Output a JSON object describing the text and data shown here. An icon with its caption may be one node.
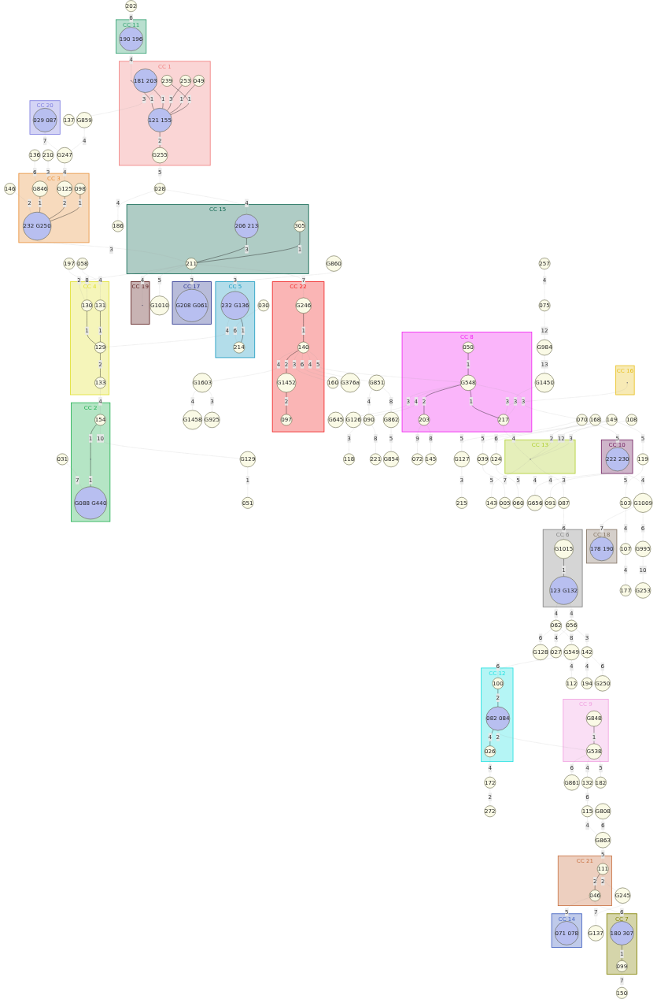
{
  "diagram": {
    "nodes": [
      {
        "text": [
          "202"
        ]
      },
      {
        "text": [
          "CC 11"
        ]
      },
      {
        "text": [
          "190 196"
        ],
        "in": 1
      },
      {
        "text": [
          "CC 20"
        ]
      },
      {
        "text": [
          "029 087"
        ],
        "in": 3
      },
      {
        "text": [
          "136"
        ]
      },
      {
        "text": [
          "G859"
        ]
      },
      {
        "text": [
          "G247"
        ]
      },
      {
        "text": [
          "210"
        ]
      },
      {
        "text": [
          "CC 3"
        ]
      },
      {
        "text": [
          "G846"
        ],
        "in": 9
      },
      {
        "text": [
          "G125"
        ],
        "in": 9
      },
      {
        "text": [
          "098"
        ],
        "in": 9
      },
      {
        "text": [
          "232 G250"
        ],
        "in": 9
      },
      {
        "text": [
          "146"
        ]
      },
      {
        "text": [
          "CC 1"
        ]
      },
      {
        "text": [],
        "shape": "circle",
        "in": 15
      },
      {
        "text": [
          "181 203"
        ],
        "in": 15
      },
      {
        "text": [
          "253"
        ],
        "in": 15
      },
      {
        "text": [
          "049"
        ],
        "in": 15
      },
      {
        "text": [
          "121 155"
        ],
        "in": 15
      },
      {
        "text": [
          "239"
        ],
        "in": 15
      },
      {
        "text": [
          "G255"
        ],
        "in": 15
      },
      {
        "text": [
          "137"
        ]
      },
      {
        "text": [
          "028"
        ]
      },
      {
        "text": [
          "186"
        ]
      },
      {
        "text": [
          "CC 15"
        ]
      },
      {
        "text": [
          "206 213"
        ],
        "in": 26
      },
      {
        "text": [
          "305"
        ],
        "in": 26
      },
      {
        "text": [
          "211"
        ],
        "in": 26
      },
      {
        "text": [
          "CC 17"
        ]
      },
      {
        "text": [
          "G208 G061"
        ],
        "in": 30
      },
      {
        "text": [
          "CC 19"
        ]
      },
      {
        "text": [],
        "shape": "circle",
        "in": 32
      },
      {
        "text": [
          "G1010"
        ]
      },
      {
        "text": [
          "197"
        ]
      },
      {
        "text": [
          "058"
        ]
      },
      {
        "text": [
          "G860"
        ]
      },
      {
        "text": [
          "030"
        ]
      },
      {
        "text": [
          "CC 5"
        ]
      },
      {
        "text": [
          "232 G136"
        ],
        "in": 39
      },
      {
        "text": [
          "214"
        ],
        "in": 39
      },
      {
        "text": [
          "CC 4"
        ]
      },
      {
        "text": [
          "131"
        ],
        "in": 42
      },
      {
        "text": [
          "129"
        ],
        "in": 42
      },
      {
        "text": [
          "133"
        ],
        "in": 42
      },
      {
        "text": [
          "130"
        ],
        "in": 42
      },
      {
        "text": [
          "031"
        ]
      },
      {
        "text": [
          "CC 2"
        ]
      },
      {
        "text": [
          "G088 G440"
        ],
        "in": 48
      },
      {
        "text": [],
        "shape": "circle",
        "in": 48
      },
      {
        "text": [
          "154"
        ],
        "in": 48
      },
      {
        "text": [
          "G129"
        ]
      },
      {
        "text": [
          "051"
        ]
      },
      {
        "text": [
          "G1458"
        ]
      },
      {
        "text": [
          "G1603"
        ]
      },
      {
        "text": [
          "G925"
        ]
      },
      {
        "text": [
          "CC 22"
        ]
      },
      {
        "text": [
          "G246"
        ],
        "in": 57
      },
      {
        "text": [
          "140"
        ],
        "in": 57
      },
      {
        "text": [
          "G1452"
        ],
        "in": 57
      },
      {
        "text": [
          "097"
        ],
        "in": 57
      },
      {
        "text": [
          "118"
        ]
      },
      {
        "text": [
          "090"
        ]
      },
      {
        "text": [
          "221"
        ]
      },
      {
        "text": [
          "G851"
        ]
      },
      {
        "text": [
          "160"
        ]
      },
      {
        "text": [
          "G376a"
        ]
      },
      {
        "text": [
          "G862"
        ]
      },
      {
        "text": [
          "G854"
        ]
      },
      {
        "text": [
          "CC 8"
        ]
      },
      {
        "text": [
          "050"
        ],
        "in": 70
      },
      {
        "text": [
          "G548"
        ],
        "in": 70
      },
      {
        "text": [
          "203"
        ],
        "in": 70
      },
      {
        "text": [
          "217"
        ],
        "in": 70
      },
      {
        "text": [
          "072"
        ]
      },
      {
        "text": [
          "145"
        ]
      },
      {
        "text": [
          "G645"
        ]
      },
      {
        "text": [
          "G126"
        ]
      },
      {
        "text": [
          "070"
        ]
      },
      {
        "text": [
          "G127"
        ]
      },
      {
        "text": [
          "215"
        ]
      },
      {
        "text": [
          "257"
        ]
      },
      {
        "text": [
          "075"
        ]
      },
      {
        "text": [
          "G984"
        ]
      },
      {
        "text": [
          "CC 16"
        ]
      },
      {
        "text": [],
        "shape": "circle",
        "in": 85
      },
      {
        "text": [
          "G1450"
        ]
      },
      {
        "text": [
          "108"
        ]
      },
      {
        "text": [
          "168"
        ]
      },
      {
        "text": [
          "CC 13"
        ]
      },
      {
        "text": [],
        "shape": "circle",
        "in": 90
      },
      {
        "text": [
          "143"
        ]
      },
      {
        "text": [
          "119"
        ]
      },
      {
        "text": [
          "149"
        ]
      },
      {
        "text": [
          "103"
        ]
      },
      {
        "text": [
          "107"
        ]
      },
      {
        "text": [
          "177"
        ]
      },
      {
        "text": [
          "039"
        ]
      },
      {
        "text": [
          "005"
        ]
      },
      {
        "text": [
          "124"
        ]
      },
      {
        "text": [
          "060"
        ]
      },
      {
        "text": [
          "087"
        ]
      },
      {
        "text": [
          "CC 10"
        ]
      },
      {
        "text": [
          "222 230"
        ],
        "in": 103
      },
      {
        "text": [
          "G656"
        ]
      },
      {
        "text": [
          "091"
        ]
      },
      {
        "text": [
          "G1009"
        ]
      },
      {
        "text": [
          "G995"
        ]
      },
      {
        "text": [
          "CC 18"
        ]
      },
      {
        "text": [
          "178 190"
        ],
        "in": 109
      },
      {
        "text": [
          "G253"
        ]
      },
      {
        "text": [
          "CC 6"
        ]
      },
      {
        "text": [
          "G1015"
        ],
        "in": 112
      },
      {
        "text": [
          "123 G132"
        ],
        "in": 112
      },
      {
        "text": [
          "062"
        ]
      },
      {
        "text": [
          "G128"
        ]
      },
      {
        "text": [
          "027"
        ]
      },
      {
        "text": [
          "056"
        ]
      },
      {
        "text": [
          "G549"
        ]
      },
      {
        "text": [
          "112"
        ]
      },
      {
        "text": [
          "194"
        ]
      },
      {
        "text": [
          "142"
        ]
      },
      {
        "text": [
          "G250"
        ]
      },
      {
        "text": [
          "CC 12"
        ]
      },
      {
        "text": [
          "100"
        ],
        "in": 124
      },
      {
        "text": [
          "082 084"
        ],
        "in": 124
      },
      {
        "text": [
          "026"
        ],
        "in": 124
      },
      {
        "text": [
          "CC 9"
        ]
      },
      {
        "text": [
          "G848"
        ],
        "in": 128
      },
      {
        "text": [
          "G538"
        ],
        "in": 128
      },
      {
        "text": [
          "172"
        ]
      },
      {
        "text": [
          "272"
        ]
      },
      {
        "text": [
          "G861"
        ]
      },
      {
        "text": [
          "132"
        ]
      },
      {
        "text": [
          "182"
        ]
      },
      {
        "text": [
          "G808"
        ]
      },
      {
        "text": [
          "115"
        ]
      },
      {
        "text": [
          "G863"
        ]
      },
      {
        "text": [
          "CC 21"
        ]
      },
      {
        "text": [
          "111"
        ],
        "in": 139
      },
      {
        "text": [
          "046"
        ],
        "in": 139
      },
      {
        "text": [
          "G245"
        ]
      },
      {
        "text": [
          "CC 7"
        ]
      },
      {
        "text": [
          "180 307"
        ],
        "in": 143
      },
      {
        "text": [
          "099"
        ],
        "in": 143
      },
      {
        "text": [
          "CC 14"
        ]
      },
      {
        "text": [
          "071 078"
        ],
        "in": 146
      },
      {
        "text": [
          "G137"
        ]
      },
      {
        "text": [
          "150"
        ]
      }
    ],
    "edges": [
      {
        "from": 0,
        "to": 2,
        "arrow": "none",
        "label": "6",
        "style": "dashed"
      },
      {
        "from": 2,
        "to": 16,
        "arrow": "none",
        "label": "4",
        "style": "dashed"
      },
      {
        "from": 4,
        "to": 7,
        "arrow": "none",
        "label": "7",
        "style": "dashed"
      },
      {
        "from": 6,
        "to": 7,
        "arrow": "none",
        "label": "4",
        "style": "dashed"
      },
      {
        "from": 7,
        "to": 11,
        "arrow": "none",
        "label": "4",
        "style": "dashed"
      },
      {
        "from": 5,
        "to": 10,
        "arrow": "none",
        "label": "6",
        "style": "dashed"
      },
      {
        "from": 8,
        "to": 10,
        "arrow": "none",
        "label": "3",
        "style": "dashed"
      },
      {
        "from": 14,
        "to": 13,
        "arrow": "none",
        "label": "2",
        "style": "dashed"
      },
      {
        "from": 10,
        "to": 13,
        "arrow": "none",
        "label": "1",
        "color": "#222222"
      },
      {
        "from": 11,
        "to": 13,
        "arrow": "none",
        "label": "2",
        "color": "#222222"
      },
      {
        "from": 12,
        "to": 13,
        "arrow": "none",
        "label": "1",
        "color": "#222222"
      },
      {
        "from": 13,
        "to": 29,
        "arrow": "none",
        "label": "3",
        "style": "dashed"
      },
      {
        "from": 16,
        "to": 20,
        "arrow": "none",
        "label": "1",
        "color": "#222222"
      },
      {
        "from": 17,
        "to": 20,
        "arrow": "none",
        "label": "1",
        "color": "#222222"
      },
      {
        "from": 18,
        "to": 20,
        "arrow": "none",
        "label": "3",
        "color": "#222222"
      },
      {
        "from": 19,
        "to": 20,
        "arrow": "none",
        "label": "1",
        "color": "#222222"
      },
      {
        "from": 21,
        "to": 20,
        "arrow": "none",
        "label": "1",
        "color": "#222222"
      },
      {
        "from": 20,
        "to": 22,
        "arrow": "none",
        "label": "2",
        "color": "#222222"
      },
      {
        "from": 21,
        "to": 23,
        "arrow": "none",
        "label": "3",
        "style": "dashed"
      },
      {
        "from": 22,
        "to": 24,
        "arrow": "none",
        "label": "5",
        "style": "dashed"
      },
      {
        "from": 24,
        "to": 27,
        "arrow": "none",
        "label": "4",
        "style": "dashed"
      },
      {
        "from": 24,
        "to": 25,
        "arrow": "none",
        "label": "4",
        "style": "dashed"
      },
      {
        "from": 27,
        "to": 29,
        "arrow": "none",
        "label": "3",
        "color": "#222222"
      },
      {
        "from": 28,
        "to": 29,
        "arrow": "none",
        "label": "1",
        "color": "#222222"
      },
      {
        "from": 29,
        "to": 46,
        "arrow": "none",
        "label": "2",
        "style": "dashed"
      },
      {
        "from": 29,
        "to": 31,
        "arrow": "none",
        "label": "3",
        "style": "dashed"
      },
      {
        "from": 29,
        "to": 33,
        "arrow": "none",
        "label": "4",
        "style": "dashed"
      },
      {
        "from": 29,
        "to": 34,
        "arrow": "none",
        "label": "5",
        "style": "dashed"
      },
      {
        "from": 29,
        "to": 58,
        "arrow": "none",
        "label": "7",
        "style": "dashed"
      },
      {
        "from": 35,
        "to": 46,
        "arrow": "none",
        "label": "8",
        "style": "dashed"
      },
      {
        "from": 36,
        "to": 43,
        "arrow": "none",
        "label": "4",
        "style": "dashed"
      },
      {
        "from": 37,
        "to": 40,
        "arrow": "none",
        "label": "3",
        "style": "dashed"
      },
      {
        "from": 38,
        "to": 41,
        "arrow": "none",
        "label": "6",
        "style": "dashed"
      },
      {
        "from": 40,
        "to": 41,
        "arrow": "none",
        "label": "1",
        "color": "#222222"
      },
      {
        "from": 40,
        "to": 44,
        "arrow": "none",
        "label": "4",
        "style": "dashed"
      },
      {
        "from": 46,
        "to": 44,
        "arrow": "none",
        "label": "1",
        "color": "#222222"
      },
      {
        "from": 43,
        "to": 44,
        "arrow": "none",
        "label": "1",
        "color": "#222222"
      },
      {
        "from": 44,
        "to": 45,
        "arrow": "none",
        "label": "2",
        "color": "#222222"
      },
      {
        "from": 45,
        "to": 51,
        "arrow": "none",
        "label": "4",
        "style": "dashed"
      },
      {
        "from": 47,
        "to": 49,
        "arrow": "none",
        "label": "7",
        "style": "dashed"
      },
      {
        "from": 51,
        "to": 50,
        "arrow": "none",
        "label": "1",
        "color": "#222222"
      },
      {
        "from": 50,
        "to": 49,
        "arrow": "none",
        "label": "1",
        "color": "#222222"
      },
      {
        "from": 51,
        "to": 52,
        "arrow": "none",
        "label": "10",
        "style": "dashed"
      },
      {
        "from": 52,
        "to": 53,
        "arrow": "none",
        "label": "1",
        "style": "dashed"
      },
      {
        "from": 58,
        "to": 59,
        "arrow": "none",
        "label": "1",
        "color": "#222222"
      },
      {
        "from": 59,
        "to": 60,
        "arrow": "none",
        "label": "2",
        "color": "#222222"
      },
      {
        "from": 60,
        "to": 61,
        "arrow": "none",
        "label": "2",
        "color": "#222222"
      },
      {
        "from": 59,
        "to": 55,
        "arrow": "none",
        "label": "4",
        "style": "dashed"
      },
      {
        "from": 55,
        "to": 54,
        "arrow": "none",
        "label": "4",
        "style": "dashed"
      },
      {
        "from": 55,
        "to": 56,
        "arrow": "none",
        "label": "3",
        "style": "dashed"
      },
      {
        "from": 59,
        "to": 65,
        "arrow": "none",
        "label": "4",
        "style": "dashed"
      },
      {
        "from": 65,
        "to": 63,
        "arrow": "none",
        "label": "4",
        "style": "dashed"
      },
      {
        "from": 63,
        "to": 62,
        "arrow": "none",
        "label": "3",
        "style": "dashed"
      },
      {
        "from": 63,
        "to": 64,
        "arrow": "none",
        "label": "8",
        "style": "dashed"
      },
      {
        "from": 65,
        "to": 68,
        "arrow": "none",
        "label": "8",
        "style": "dashed"
      },
      {
        "from": 68,
        "to": 69,
        "arrow": "none",
        "label": "5",
        "style": "dashed"
      },
      {
        "from": 59,
        "to": 66,
        "arrow": "none",
        "label": "3",
        "style": "dashed"
      },
      {
        "from": 59,
        "to": 67,
        "arrow": "none",
        "label": "6",
        "style": "dashed"
      },
      {
        "from": 59,
        "to": 72,
        "arrow": "none",
        "label": "5",
        "style": "dashed"
      },
      {
        "from": 71,
        "to": 72,
        "arrow": "none",
        "label": "1",
        "color": "#222222"
      },
      {
        "from": 72,
        "to": 73,
        "arrow": "none",
        "label": "2",
        "color": "#222222"
      },
      {
        "from": 72,
        "to": 74,
        "arrow": "none",
        "label": "1",
        "color": "#222222"
      },
      {
        "from": 73,
        "to": 75,
        "arrow": "none",
        "label": "9",
        "style": "dashed"
      },
      {
        "from": 73,
        "to": 76,
        "arrow": "none",
        "label": "8",
        "style": "dashed"
      },
      {
        "from": 72,
        "to": 77,
        "arrow": "none",
        "label": "3",
        "style": "dashed"
      },
      {
        "from": 72,
        "to": 78,
        "arrow": "none",
        "label": "4",
        "style": "dashed"
      },
      {
        "from": 72,
        "to": 79,
        "arrow": "none",
        "label": "3",
        "style": "dashed"
      },
      {
        "from": 79,
        "to": 80,
        "arrow": "none",
        "label": "5",
        "style": "dashed"
      },
      {
        "from": 80,
        "to": 81,
        "arrow": "none",
        "label": "3",
        "style": "dashed"
      },
      {
        "from": 79,
        "to": 104,
        "arrow": "none",
        "label": "5",
        "style": "dashed"
      },
      {
        "from": 86,
        "to": 74,
        "arrow": "none",
        "label": "3",
        "style": "dashed"
      },
      {
        "from": 87,
        "to": 74,
        "arrow": "none",
        "label": "3",
        "style": "dashed"
      },
      {
        "from": 84,
        "to": 87,
        "arrow": "none",
        "label": "13",
        "style": "dashed"
      },
      {
        "from": 83,
        "to": 84,
        "arrow": "none",
        "label": "12",
        "style": "dashed"
      },
      {
        "from": 82,
        "to": 83,
        "arrow": "none",
        "label": "4",
        "style": "dashed"
      },
      {
        "from": 74,
        "to": 91,
        "arrow": "none",
        "label": "4",
        "style": "dashed"
      },
      {
        "from": 89,
        "to": 91,
        "arrow": "none",
        "label": "2",
        "style": "dashed"
      },
      {
        "from": 88,
        "to": 91,
        "arrow": "none",
        "label": "12",
        "style": "dashed"
      },
      {
        "from": 94,
        "to": 91,
        "arrow": "none",
        "label": "3",
        "style": "dashed"
      },
      {
        "from": 91,
        "to": 92,
        "arrow": "none",
        "label": "5",
        "style": "dashed"
      },
      {
        "from": 91,
        "to": 102,
        "arrow": "none",
        "label": "3",
        "style": "dashed"
      },
      {
        "from": 94,
        "to": 93,
        "arrow": "none",
        "label": "5",
        "style": "dashed"
      },
      {
        "from": 93,
        "to": 95,
        "arrow": "none",
        "label": "5",
        "style": "dashed"
      },
      {
        "from": 95,
        "to": 96,
        "arrow": "none",
        "label": "4",
        "style": "dashed"
      },
      {
        "from": 96,
        "to": 97,
        "arrow": "none",
        "label": "4",
        "style": "dashed"
      },
      {
        "from": 94,
        "to": 98,
        "arrow": "none",
        "label": "5",
        "style": "dashed"
      },
      {
        "from": 98,
        "to": 99,
        "arrow": "none",
        "label": "7",
        "style": "dashed"
      },
      {
        "from": 94,
        "to": 100,
        "arrow": "none",
        "label": "6",
        "style": "dashed"
      },
      {
        "from": 100,
        "to": 101,
        "arrow": "none",
        "label": "5",
        "style": "dashed"
      },
      {
        "from": 102,
        "to": 113,
        "arrow": "none",
        "label": "6",
        "style": "dashed"
      },
      {
        "from": 104,
        "to": 105,
        "arrow": "none",
        "label": "4",
        "style": "dashed"
      },
      {
        "from": 104,
        "to": 106,
        "arrow": "none",
        "label": "4",
        "style": "dashed"
      },
      {
        "from": 104,
        "to": 107,
        "arrow": "none",
        "label": "4",
        "style": "dashed"
      },
      {
        "from": 107,
        "to": 110,
        "arrow": "none",
        "label": "7",
        "style": "dashed"
      },
      {
        "from": 107,
        "to": 108,
        "arrow": "none",
        "label": "6",
        "style": "dashed"
      },
      {
        "from": 108,
        "to": 111,
        "arrow": "none",
        "label": "10",
        "style": "dashed"
      },
      {
        "from": 113,
        "to": 114,
        "arrow": "none",
        "label": "1",
        "color": "#222222"
      },
      {
        "from": 114,
        "to": 115,
        "arrow": "none",
        "label": "4",
        "style": "dashed"
      },
      {
        "from": 115,
        "to": 116,
        "arrow": "none",
        "label": "6",
        "style": "dashed"
      },
      {
        "from": 115,
        "to": 119,
        "arrow": "none",
        "label": "8",
        "style": "dashed"
      },
      {
        "from": 119,
        "to": 120,
        "arrow": "none",
        "label": "4",
        "style": "dashed"
      },
      {
        "from": 114,
        "to": 118,
        "arrow": "none",
        "label": "4",
        "style": "dashed"
      },
      {
        "from": 118,
        "to": 117,
        "arrow": "none",
        "label": "4",
        "style": "dashed"
      },
      {
        "from": 118,
        "to": 122,
        "arrow": "none",
        "label": "3",
        "style": "dashed"
      },
      {
        "from": 122,
        "to": 121,
        "arrow": "none",
        "label": "4",
        "style": "dashed"
      },
      {
        "from": 122,
        "to": 123,
        "arrow": "none",
        "label": "6",
        "style": "dashed"
      },
      {
        "from": 122,
        "to": 125,
        "arrow": "none",
        "label": "6",
        "style": "dashed"
      },
      {
        "from": 125,
        "to": 126,
        "arrow": "none",
        "label": "2",
        "color": "#222222"
      },
      {
        "from": 126,
        "to": 127,
        "arrow": "none",
        "label": "4",
        "color": "#222222"
      },
      {
        "from": 127,
        "to": 131,
        "arrow": "none",
        "label": "4",
        "style": "dashed"
      },
      {
        "from": 131,
        "to": 132,
        "arrow": "none",
        "label": "2",
        "style": "dashed"
      },
      {
        "from": 126,
        "to": 130,
        "arrow": "none",
        "label": "2",
        "style": "dashed"
      },
      {
        "from": 129,
        "to": 130,
        "arrow": "none",
        "label": "1",
        "color": "#222222"
      },
      {
        "from": 130,
        "to": 133,
        "arrow": "none",
        "label": "6",
        "style": "dashed"
      },
      {
        "from": 130,
        "to": 135,
        "arrow": "none",
        "label": "5",
        "style": "dashed"
      },
      {
        "from": 130,
        "to": 134,
        "arrow": "none",
        "label": "4",
        "style": "dashed"
      },
      {
        "from": 134,
        "to": 137,
        "arrow": "none",
        "label": "6",
        "style": "dashed"
      },
      {
        "from": 137,
        "to": 138,
        "arrow": "none",
        "label": "4",
        "style": "dashed"
      },
      {
        "from": 136,
        "to": 138,
        "arrow": "none",
        "label": "6",
        "style": "dashed"
      },
      {
        "from": 138,
        "to": 140,
        "arrow": "none",
        "label": "5",
        "style": "dashed"
      },
      {
        "from": 140,
        "to": 141,
        "arrow": "none",
        "label": "2",
        "color": "#222222"
      },
      {
        "from": 140,
        "to": 142,
        "arrow": "none",
        "label": "2",
        "style": "dashed"
      },
      {
        "from": 142,
        "to": 148,
        "arrow": "none",
        "label": "7",
        "style": "dashed"
      },
      {
        "from": 141,
        "to": 144,
        "arrow": "none",
        "label": "6",
        "style": "dashed"
      },
      {
        "from": 141,
        "to": 147,
        "arrow": "none",
        "label": "5",
        "style": "dashed"
      },
      {
        "from": 144,
        "to": 145,
        "arrow": "none",
        "label": "1",
        "color": "#222222"
      },
      {
        "from": 145,
        "to": 149,
        "arrow": "none",
        "label": "7",
        "style": "dashed"
      }
    ]
  }
}
